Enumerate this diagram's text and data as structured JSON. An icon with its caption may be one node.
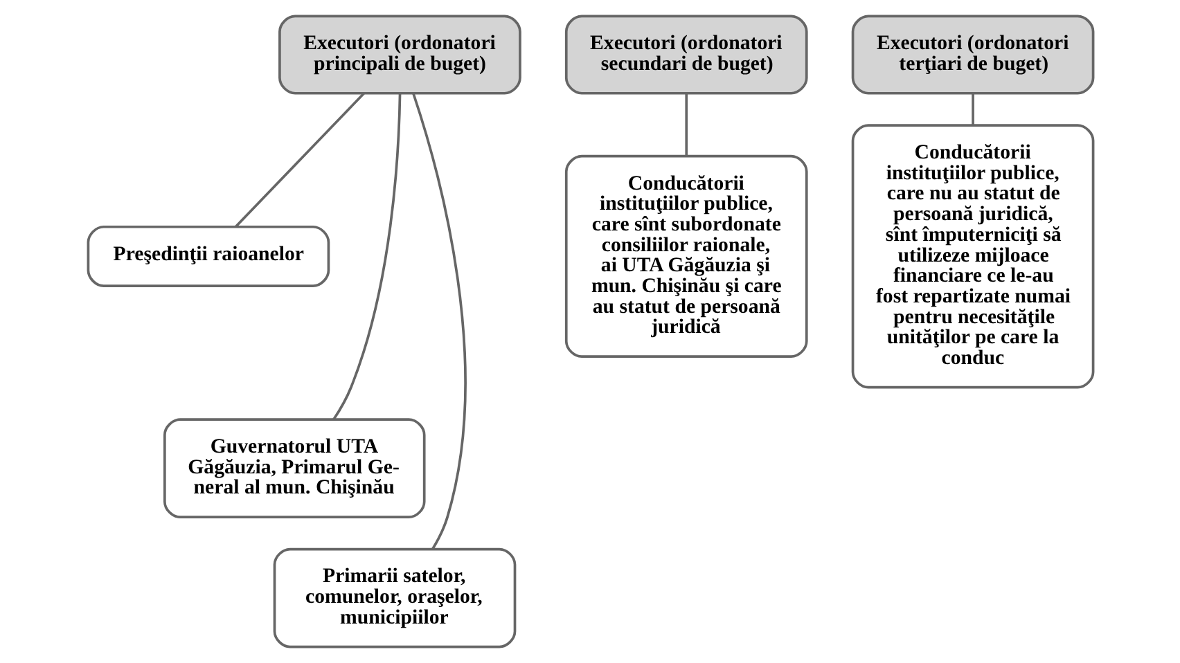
{
  "diagram": {
    "nodes": [
      {
        "text": [
          "Executori (ordonatori principali de buget)"
        ]
      },
      {
        "text": [
          "Preşedinţii raioanelor"
        ]
      },
      {
        "text": [
          "Guvernatorul UTA Găgăuzia, Primarul Ge- neral al mun. Chişinău"
        ]
      },
      {
        "text": [
          "Primarii satelor, comunelor, oraşelor, municipiilor"
        ]
      },
      {
        "text": [
          "Executori (ordonatori secundari de buget)"
        ]
      },
      {
        "text": [
          "Conducătorii instituţiilor publice, care sînt subordonate consiliilor raionale, ai UTA Găgăuzia şi mun. Chişinău şi care au statut de persoană juridică"
        ]
      },
      {
        "text": [
          "Executori (ordonatori terţiari de buget)"
        ]
      },
      {
        "text": [
          "Conducătorii instituţiilor publice, care nu au statut de persoană juridică, sînt împuterniciţi să utilizeze mijloace financiare ce le-au fost repartizate numai pentru necesităţile unităţilor pe care la conduc"
        ]
      }
    ],
    "edges": [
      {
        "from": 0,
        "to": 1,
        "arrow": "none"
      },
      {
        "from": 0,
        "to": 2,
        "arrow": "none"
      },
      {
        "from": 0,
        "to": 3,
        "arrow": "none"
      },
      {
        "from": 4,
        "to": 5,
        "arrow": "none"
      },
      {
        "from": 6,
        "to": 7,
        "arrow": "none"
      }
    ]
  }
}
